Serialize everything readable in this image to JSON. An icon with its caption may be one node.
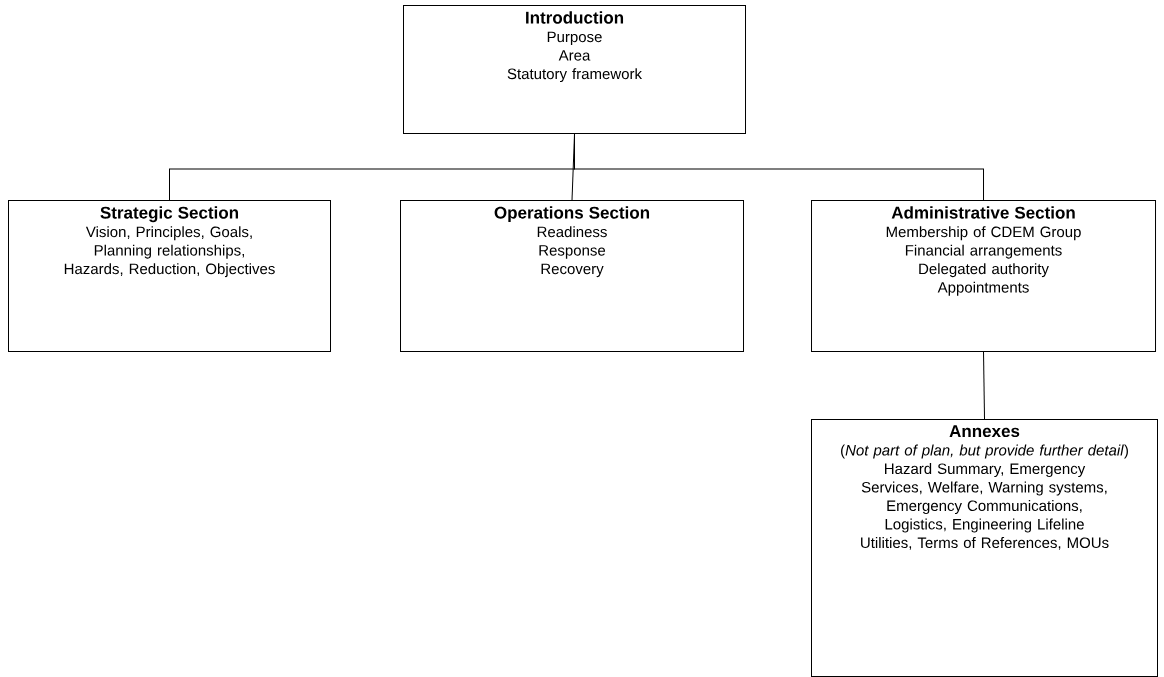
{
  "diagram": {
    "nodes": [
      {
        "text": [
          "Introduction",
          "Purpose",
          "Area",
          "Statutory framework"
        ]
      },
      {
        "text": [
          "Strategic Section",
          "Vision, Principles, Goals, Planning relationships, Hazards, Reduction, Objectives"
        ]
      },
      {
        "text": [
          "Operations Section",
          "Readiness",
          "Response",
          "Recovery"
        ]
      },
      {
        "text": [
          "Administrative Section",
          "Membership of CDEM Group",
          "Financial arrangements",
          "Delegated authority",
          "Appointments"
        ]
      },
      {
        "text": [
          "Annexes",
          "(*Not part of plan, but provide further detail*)",
          "Hazard Summary, Emergency Services, Welfare, Warning systems, Emergency Communications, Logistics, Engineering Lifeline Utilities, Terms of References, MOUs"
        ]
      }
    ],
    "edges": [
      {
        "from": 0,
        "to": 1,
        "arrow": "none"
      },
      {
        "from": 0,
        "to": 2,
        "arrow": "none"
      },
      {
        "from": 0,
        "to": 3,
        "arrow": "none"
      },
      {
        "from": 3,
        "to": 4,
        "arrow": "none"
      }
    ]
  }
}
